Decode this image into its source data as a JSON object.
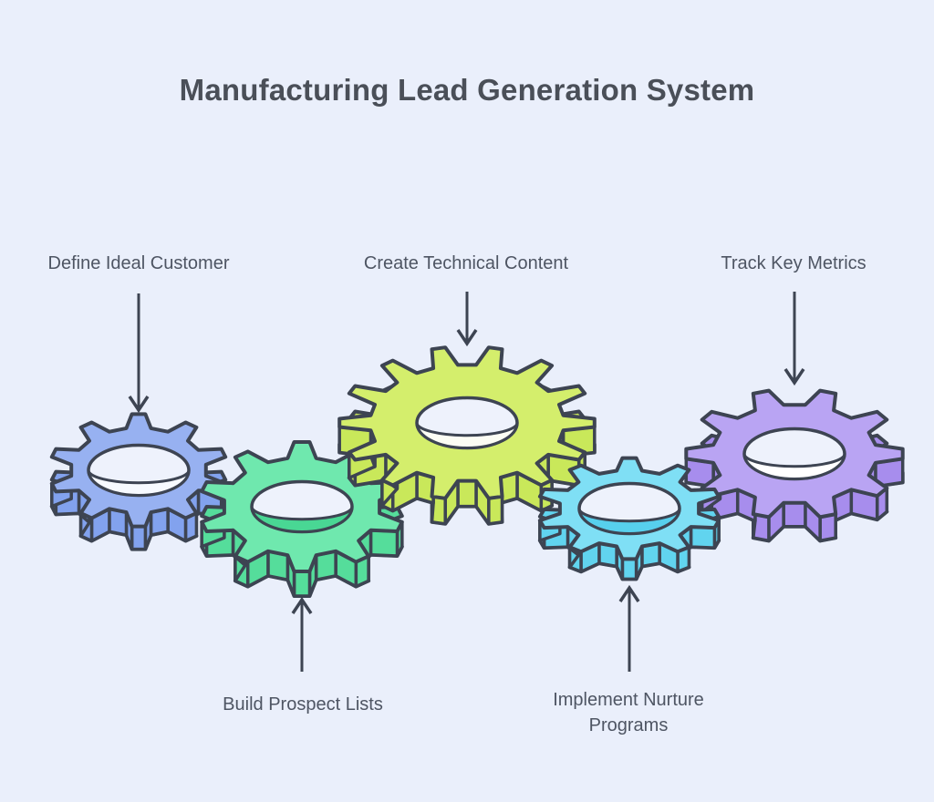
{
  "title": {
    "text": "Manufacturing Lead Generation System"
  },
  "colors": {
    "background": "#eaeffb",
    "outline": "#3d4452",
    "title_text": "#4a4f58",
    "label_text": "#4e5563",
    "hole_interior": "#eef2fc"
  },
  "gears": [
    {
      "name": "define-ideal-customer",
      "label": "Define Ideal Customer",
      "fill": "#97b1f1",
      "side": "#82a2ee",
      "hole_wall": "#f7faff"
    },
    {
      "name": "create-technical-content",
      "label": "Create Technical Content",
      "fill": "#d4ee6c",
      "side": "#c9e85a",
      "hole_wall": "#fcfdf4"
    },
    {
      "name": "track-key-metrics",
      "label": "Track Key Metrics",
      "fill": "#b9a4f3",
      "side": "#a78ded",
      "hole_wall": "#ffffff"
    },
    {
      "name": "build-prospect-lists",
      "label": "Build Prospect Lists",
      "fill": "#6fe8ae",
      "side": "#55dd9b",
      "hole_wall": "#49d794"
    },
    {
      "name": "implement-nurture-programs",
      "label": "Implement Nurture Programs",
      "fill": "#7fdff5",
      "side": "#61d4ef",
      "hole_wall": "#57d0ed"
    }
  ],
  "arrows": [
    {
      "for": "define-ideal-customer",
      "direction": "down"
    },
    {
      "for": "create-technical-content",
      "direction": "down"
    },
    {
      "for": "track-key-metrics",
      "direction": "down"
    },
    {
      "for": "build-prospect-lists",
      "direction": "up"
    },
    {
      "for": "implement-nurture-programs",
      "direction": "up"
    }
  ]
}
